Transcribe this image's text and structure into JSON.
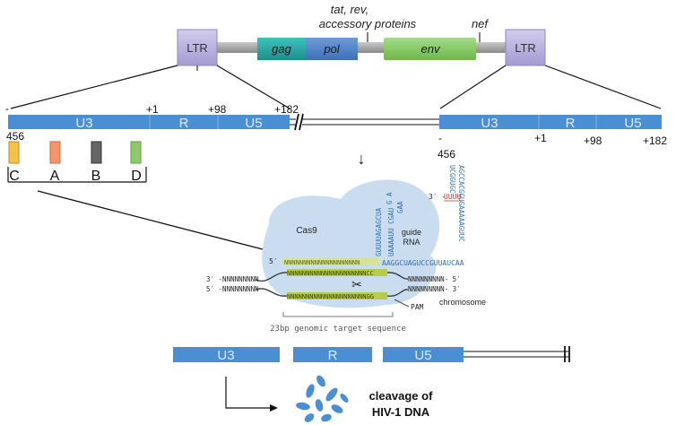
{
  "genome": {
    "ltr_left": "LTR",
    "ltr_right": "LTR",
    "gag": "gag",
    "pol": "pol",
    "accessory_line1": "tat, rev,",
    "accessory_line2": "accessory proteins",
    "env": "env",
    "nef": "nef"
  },
  "left_ltr": {
    "u3": "U3",
    "r": "R",
    "u5": "U5",
    "pos_start_1": "-",
    "pos_start_2": "456",
    "pos_plus1": "+1",
    "pos_plus98": "+98",
    "pos_plus182": "+182"
  },
  "right_ltr": {
    "u3": "U3",
    "r": "R",
    "u5": "U5",
    "pos_start_1": "-",
    "pos_start_2": "456",
    "pos_plus1": "+1",
    "pos_plus98": "+98",
    "pos_plus182": "+182"
  },
  "sites": {
    "c": "C",
    "a": "A",
    "b": "B",
    "d": "D",
    "colors": {
      "c": "#f7c04a",
      "a": "#f4956b",
      "b": "#666666",
      "d": "#8ec96a"
    }
  },
  "arrow_down": "↓",
  "crispr": {
    "cas9": "Cas9",
    "guide_rna_1": "guide",
    "guide_rna_2": "RNA",
    "pam": "PAM",
    "chromosome": "chromosome",
    "target": "23bp genomic target sequence",
    "five_prime_guide": "5′ -",
    "three_prime_uuuu": "3′ -",
    "uuuu": "UUUU",
    "three_prime_top": "3′ -NNNNNNNNN",
    "five_prime_bottom": "5′ -NNNNNNNNN",
    "five_prime_right": "NNNNNNNNN- 5′",
    "three_prime_right": "NNNNNNNNN- 3′",
    "guide_seq_bottom": "AAGGCUAGUCCGUUAUCAA",
    "guide_seq_vertical": "AGCCACGGUGAAAAAGUUC",
    "guide_seq_vertical2": "UCGGUGC",
    "guide_stem1": "GUUUUAGAGCUA",
    "guide_stem2": "UAAAAUU CGAU",
    "guide_loop": "GAA",
    "guide_g": "G A",
    "guide_a": "A",
    "target_top": "NNNNNNNNNNNNNNNNNNNNNCC",
    "target_bottom": "NNNNNNNNNNNNNNNNNNNNNGG",
    "ncc": "NCC",
    "ngg": "NGG",
    "spacer": "NNNNNNNNNNNNNNNNNNNN"
  },
  "cleaved": {
    "u3": "U3",
    "r": "R",
    "u5": "U5"
  },
  "cleavage_1": "cleavage of",
  "cleavage_2": "HIV-1 DNA",
  "colors": {
    "ltr_box": "#b9b2dd",
    "gag": "#2aa8a4",
    "pol": "#4f84c8",
    "env": "#84cc66",
    "backbone": "#9e9e9e",
    "segment": "#4a8fd4",
    "blob": "#c9dcf0",
    "guide": "#2f6fb0",
    "target": "#b7cc4a",
    "red": "#c0392b"
  }
}
